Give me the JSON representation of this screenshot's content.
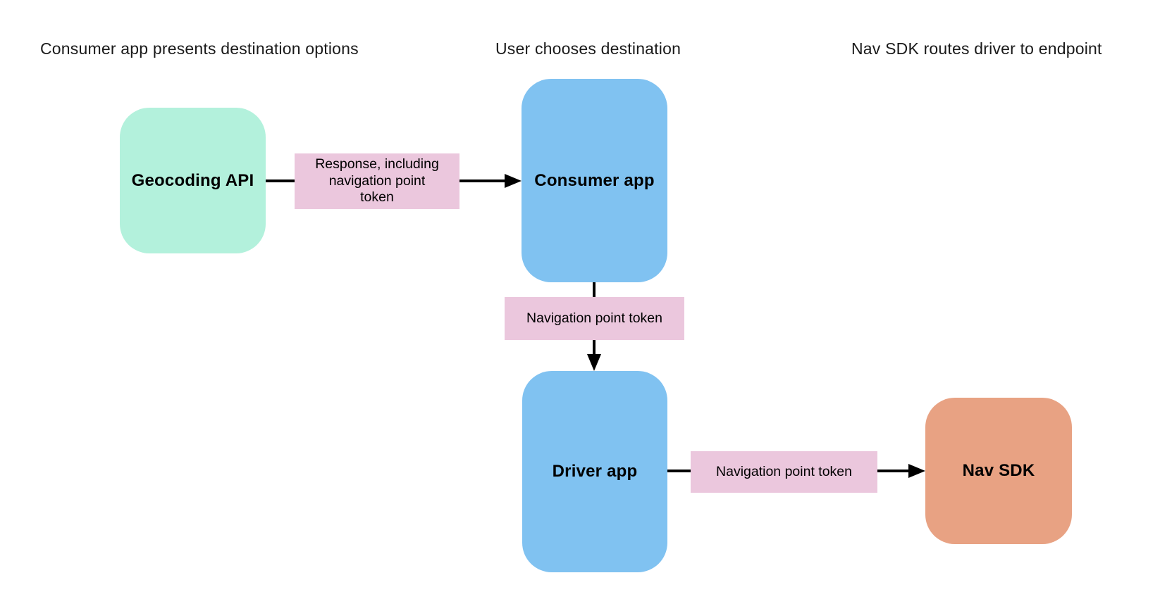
{
  "diagram": {
    "background": "#ffffff",
    "text_color": "#1a1a1a",
    "connector_color": "#000000"
  },
  "headers": [
    {
      "text": "Consumer app presents destination options"
    },
    {
      "text": "User chooses destination"
    },
    {
      "text": "Nav SDK routes driver to endpoint"
    }
  ],
  "nodes": [
    {
      "label": "Geocoding API",
      "color": "#B3F1DC"
    },
    {
      "label": "Consumer app",
      "color": "#80C2F1"
    },
    {
      "label": "Driver app",
      "color": "#80C2F1"
    },
    {
      "label": "Nav SDK",
      "color": "#E8A283"
    }
  ],
  "edge_labels": [
    {
      "text": "Response, including\nnavigation point\ntoken",
      "color": "#EBC7DD"
    },
    {
      "text": "Navigation point token",
      "color": "#EBC7DD"
    },
    {
      "text": "Navigation point token",
      "color": "#EBC7DD"
    }
  ]
}
